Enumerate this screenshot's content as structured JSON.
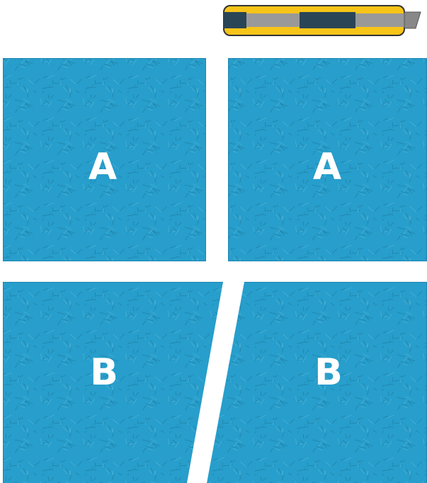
{
  "colors": {
    "background": "#ffffff",
    "panel_fill": "#279ecb",
    "panel_border": "#1f86b0",
    "texture_dark": "#1a6f93",
    "texture_light": "#64bfe0",
    "letter_fill": "#ffffff",
    "knife_body": "#f7c418",
    "knife_outline": "#333333",
    "knife_track": "#999999",
    "knife_slider": "#2a4656",
    "knife_blade": "#888888"
  },
  "icons": {
    "utility_knife": "utility-knife-icon"
  },
  "panels": {
    "a_left": {
      "label": "A",
      "shape": "square"
    },
    "a_right": {
      "label": "A",
      "shape": "square"
    },
    "b_left": {
      "label": "B",
      "shape": "cut-along-slanted-line"
    },
    "b_right": {
      "label": "B",
      "shape": "cut-along-slanted-line"
    }
  }
}
